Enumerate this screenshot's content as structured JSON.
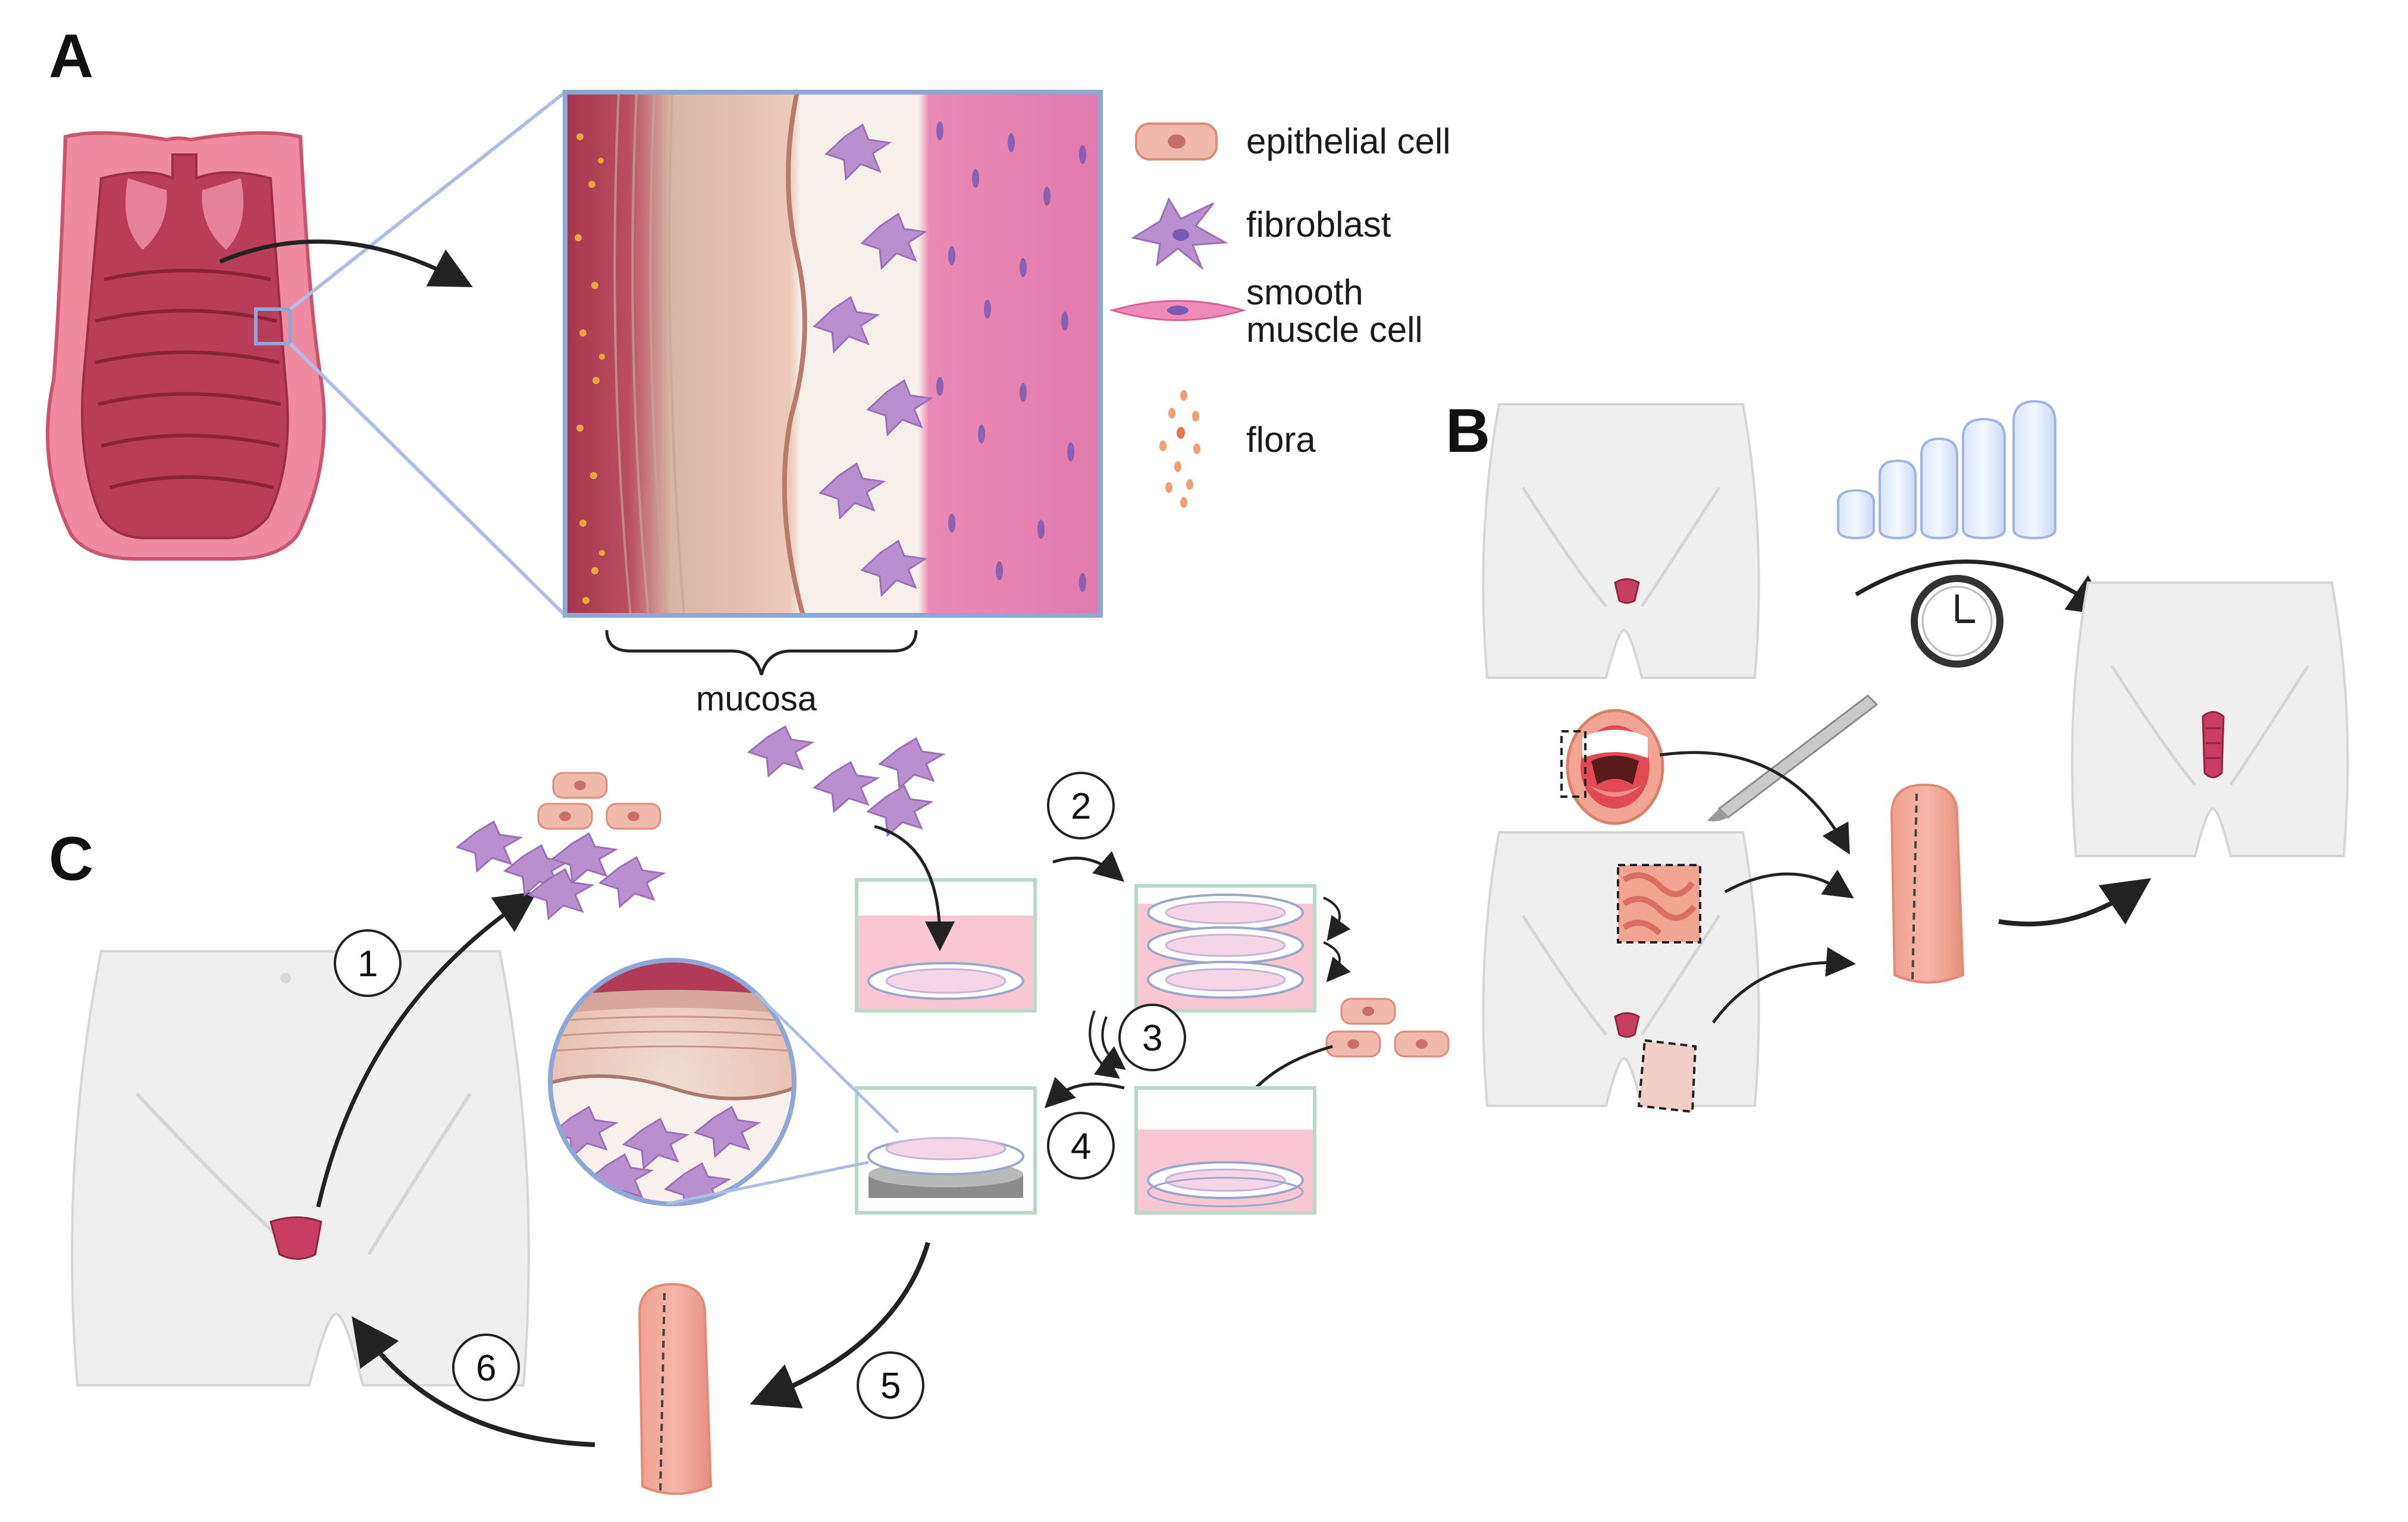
{
  "panels": {
    "a": "A",
    "b": "B",
    "c": "C"
  },
  "legend": {
    "epithelial": "epithelial cell",
    "fibroblast": "fibroblast",
    "smooth_line1": "smooth",
    "smooth_line2": "muscle cell",
    "flora": "flora"
  },
  "mucosa_label": "mucosa",
  "steps": [
    "1",
    "2",
    "3",
    "4",
    "5",
    "6"
  ],
  "colors": {
    "tissue_dark": "#a8344e",
    "tissue_mid": "#d85f7c",
    "epithelium": "#e8b9aa",
    "fibroblast": "#b98fd0",
    "muscle": "#e77fb3",
    "body": "#efefef",
    "body_outline": "#cfcfcf",
    "graft": "#f2a597",
    "frame_blue": "#8ea7d6"
  }
}
